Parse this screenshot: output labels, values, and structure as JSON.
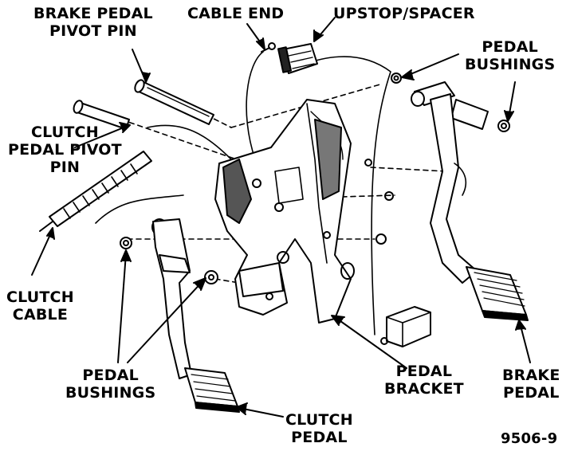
{
  "labels": {
    "brake_pedal_pivot_pin": [
      "BRAKE PEDAL",
      "PIVOT PIN"
    ],
    "cable_end": "CABLE END",
    "upstop_spacer": "UPSTOP/SPACER",
    "pedal_bushings_top": [
      "PEDAL",
      "BUSHINGS"
    ],
    "clutch_pedal_pivot_pin": [
      "CLUTCH",
      "PEDAL PIVOT",
      "PIN"
    ],
    "clutch_cable": [
      "CLUTCH",
      "CABLE"
    ],
    "pedal_bushings_bottom": [
      "PEDAL",
      "BUSHINGS"
    ],
    "pedal_bracket": [
      "PEDAL",
      "BRACKET"
    ],
    "brake_pedal": [
      "BRAKE",
      "PEDAL"
    ],
    "clutch_pedal": [
      "CLUTCH",
      "PEDAL"
    ]
  },
  "figure_number": "9506-9"
}
